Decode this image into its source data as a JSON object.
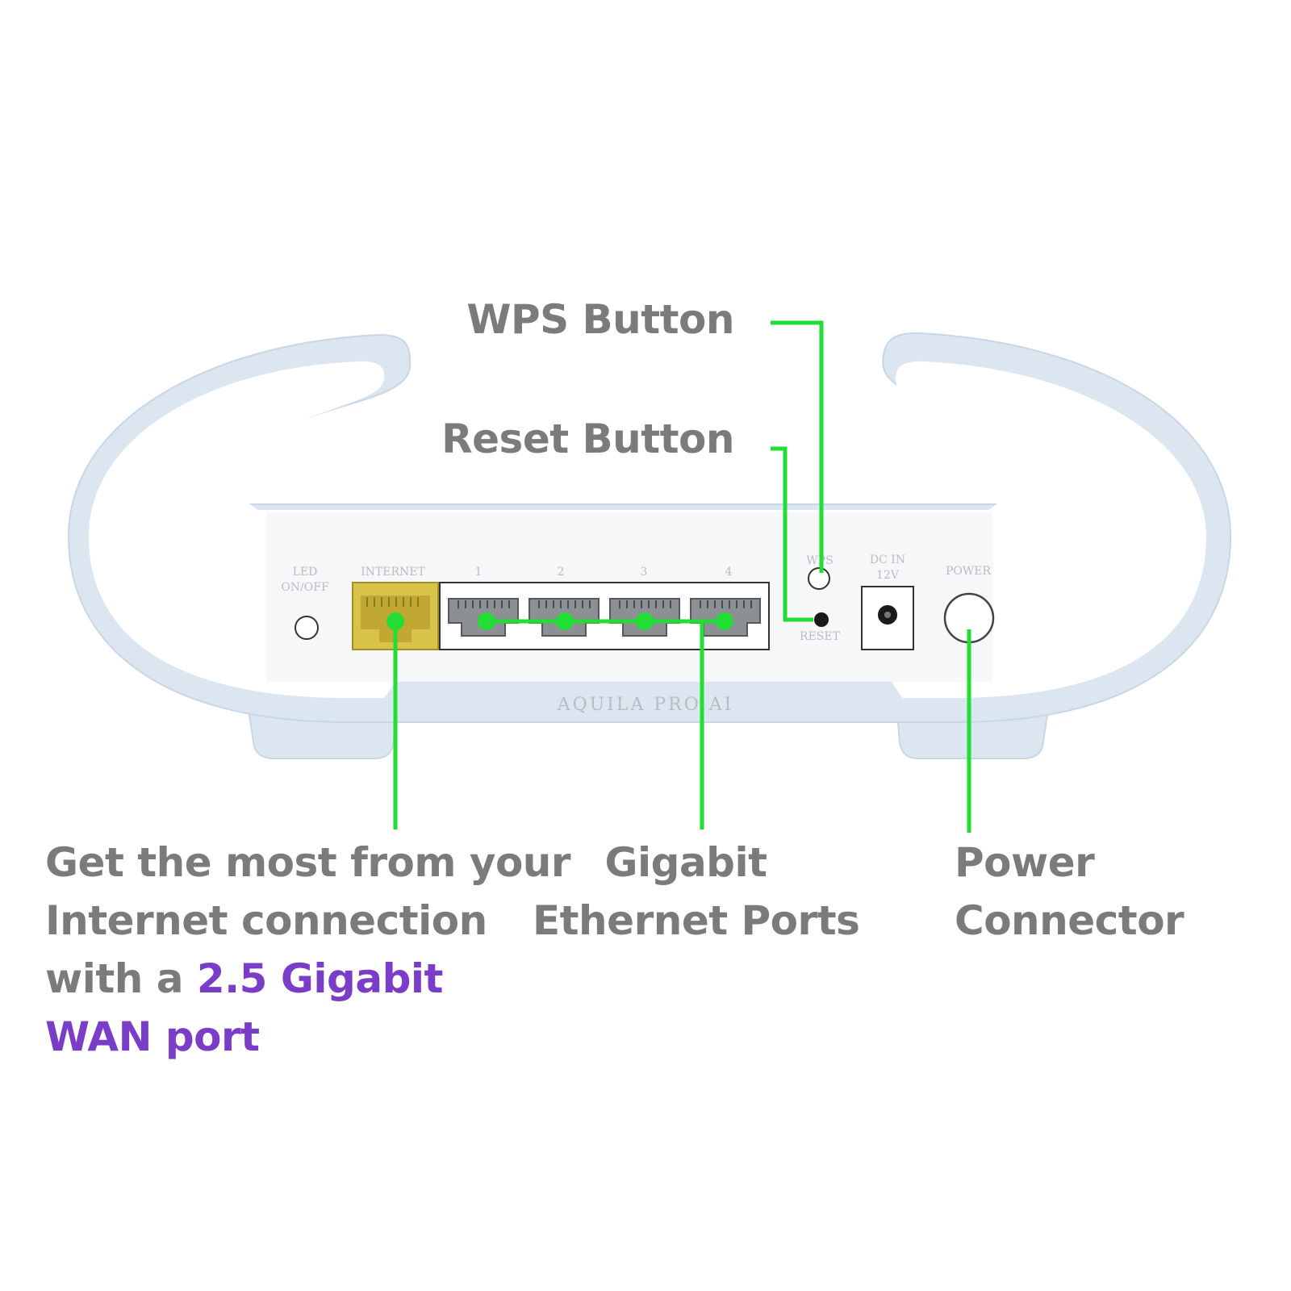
{
  "callouts": {
    "wps": "WPS Button",
    "reset": "Reset Button",
    "wan": {
      "line1": "Get the most from your",
      "line2": "Internet connection",
      "line3_prefix": "with a ",
      "line3_highlight": "2.5 Gigabit",
      "line4_highlight": "WAN port"
    },
    "gigabit": {
      "line1": "Gigabit",
      "line2": "Ethernet Ports"
    },
    "power": {
      "line1": "Power",
      "line2": "Connector"
    }
  },
  "device_labels": {
    "led_line1": "LED",
    "led_line2": "ON/OFF",
    "internet": "INTERNET",
    "port1": "1",
    "port2": "2",
    "port3": "3",
    "port4": "4",
    "wps": "WPS",
    "reset": "RESET",
    "dcin_line1": "DC IN",
    "dcin_line2": "12V",
    "power": "POWER",
    "brand": "AQUILA PRO AI"
  },
  "colors": {
    "callout_text": "#7b7b7b",
    "highlight_text": "#7a3dc8",
    "leader_line": "#22dd33",
    "device_body": "#ffffff",
    "device_trim": "#dbe6f1",
    "wan_port": "#d8c24a",
    "lan_port": "#8c8f94"
  }
}
